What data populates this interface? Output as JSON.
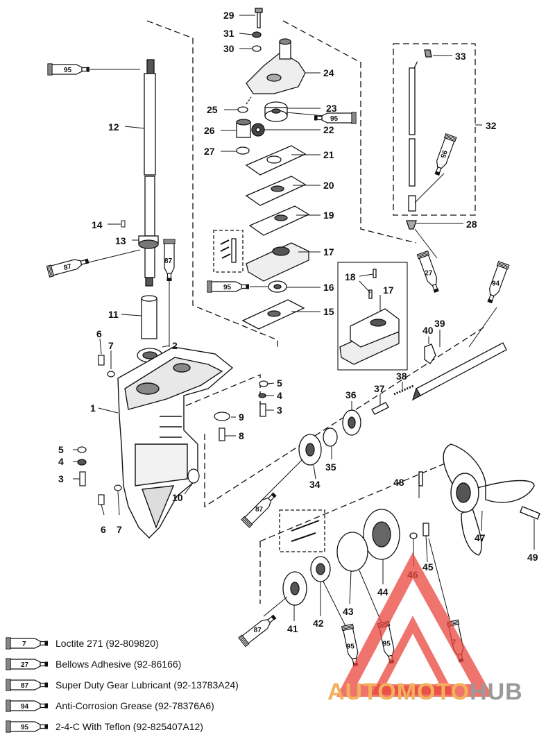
{
  "callouts": [
    {
      "id": "29",
      "text": "29"
    },
    {
      "id": "31",
      "text": "31"
    },
    {
      "id": "30",
      "text": "30"
    },
    {
      "id": "24",
      "text": "24"
    },
    {
      "id": "25",
      "text": "25"
    },
    {
      "id": "23",
      "text": "23"
    },
    {
      "id": "26",
      "text": "26"
    },
    {
      "id": "22",
      "text": "22"
    },
    {
      "id": "27",
      "text": "27"
    },
    {
      "id": "21",
      "text": "21"
    },
    {
      "id": "20",
      "text": "20"
    },
    {
      "id": "19",
      "text": "19"
    },
    {
      "id": "17a",
      "text": "17"
    },
    {
      "id": "16",
      "text": "16"
    },
    {
      "id": "15",
      "text": "15"
    },
    {
      "id": "18",
      "text": "18"
    },
    {
      "id": "17b",
      "text": "17"
    },
    {
      "id": "33",
      "text": "33"
    },
    {
      "id": "32",
      "text": "32"
    },
    {
      "id": "28",
      "text": "28"
    },
    {
      "id": "12",
      "text": "12"
    },
    {
      "id": "14",
      "text": "14"
    },
    {
      "id": "13",
      "text": "13"
    },
    {
      "id": "11",
      "text": "11"
    },
    {
      "id": "2",
      "text": "2"
    },
    {
      "id": "6a",
      "text": "6"
    },
    {
      "id": "7a",
      "text": "7"
    },
    {
      "id": "1",
      "text": "1"
    },
    {
      "id": "5a",
      "text": "5"
    },
    {
      "id": "4a",
      "text": "4"
    },
    {
      "id": "3a",
      "text": "3"
    },
    {
      "id": "6b",
      "text": "6"
    },
    {
      "id": "7b",
      "text": "7"
    },
    {
      "id": "5b",
      "text": "5"
    },
    {
      "id": "4b",
      "text": "4"
    },
    {
      "id": "3b",
      "text": "3"
    },
    {
      "id": "9",
      "text": "9"
    },
    {
      "id": "8",
      "text": "8"
    },
    {
      "id": "10",
      "text": "10"
    },
    {
      "id": "40",
      "text": "40"
    },
    {
      "id": "39",
      "text": "39"
    },
    {
      "id": "38",
      "text": "38"
    },
    {
      "id": "37",
      "text": "37"
    },
    {
      "id": "36",
      "text": "36"
    },
    {
      "id": "35",
      "text": "35"
    },
    {
      "id": "34",
      "text": "34"
    },
    {
      "id": "48",
      "text": "48"
    },
    {
      "id": "47",
      "text": "47"
    },
    {
      "id": "49",
      "text": "49"
    },
    {
      "id": "46",
      "text": "46"
    },
    {
      "id": "45",
      "text": "45"
    },
    {
      "id": "44",
      "text": "44"
    },
    {
      "id": "43",
      "text": "43"
    },
    {
      "id": "42",
      "text": "42"
    },
    {
      "id": "41",
      "text": "41"
    }
  ],
  "tubes": [
    {
      "id": "t95_top",
      "code": "95"
    },
    {
      "id": "t95_23",
      "code": "95"
    },
    {
      "id": "t95_16",
      "code": "95"
    },
    {
      "id": "t95_32",
      "code": "95"
    },
    {
      "id": "t27",
      "code": "27"
    },
    {
      "id": "t87_left",
      "code": "87"
    },
    {
      "id": "t87_vert",
      "code": "87"
    },
    {
      "id": "t94",
      "code": "94"
    },
    {
      "id": "t87_mid",
      "code": "87"
    },
    {
      "id": "t87_low",
      "code": "87"
    },
    {
      "id": "t95_b1",
      "code": "95"
    },
    {
      "id": "t95_b2",
      "code": "95"
    },
    {
      "id": "t7",
      "code": "7"
    }
  ],
  "legend": [
    {
      "code": "7",
      "text": "Loctite 271 (92-809820)"
    },
    {
      "code": "27",
      "text": "Bellows Adhesive (92-86166)"
    },
    {
      "code": "87",
      "text": "Super Duty Gear Lubricant (92-13783A24)"
    },
    {
      "code": "94",
      "text": "Anti-Corrosion Grease (92-78376A6)"
    },
    {
      "code": "95",
      "text": "2-4-C  With Teflon (92-825407A12)"
    }
  ],
  "watermark": {
    "part1": "AUTOMOTO",
    "part2": "HUB"
  },
  "colors": {
    "line": "#111111",
    "watermark_red": "#e8453c",
    "watermark_orange": "#f2b15a",
    "watermark_gray": "#9a9a9a"
  }
}
